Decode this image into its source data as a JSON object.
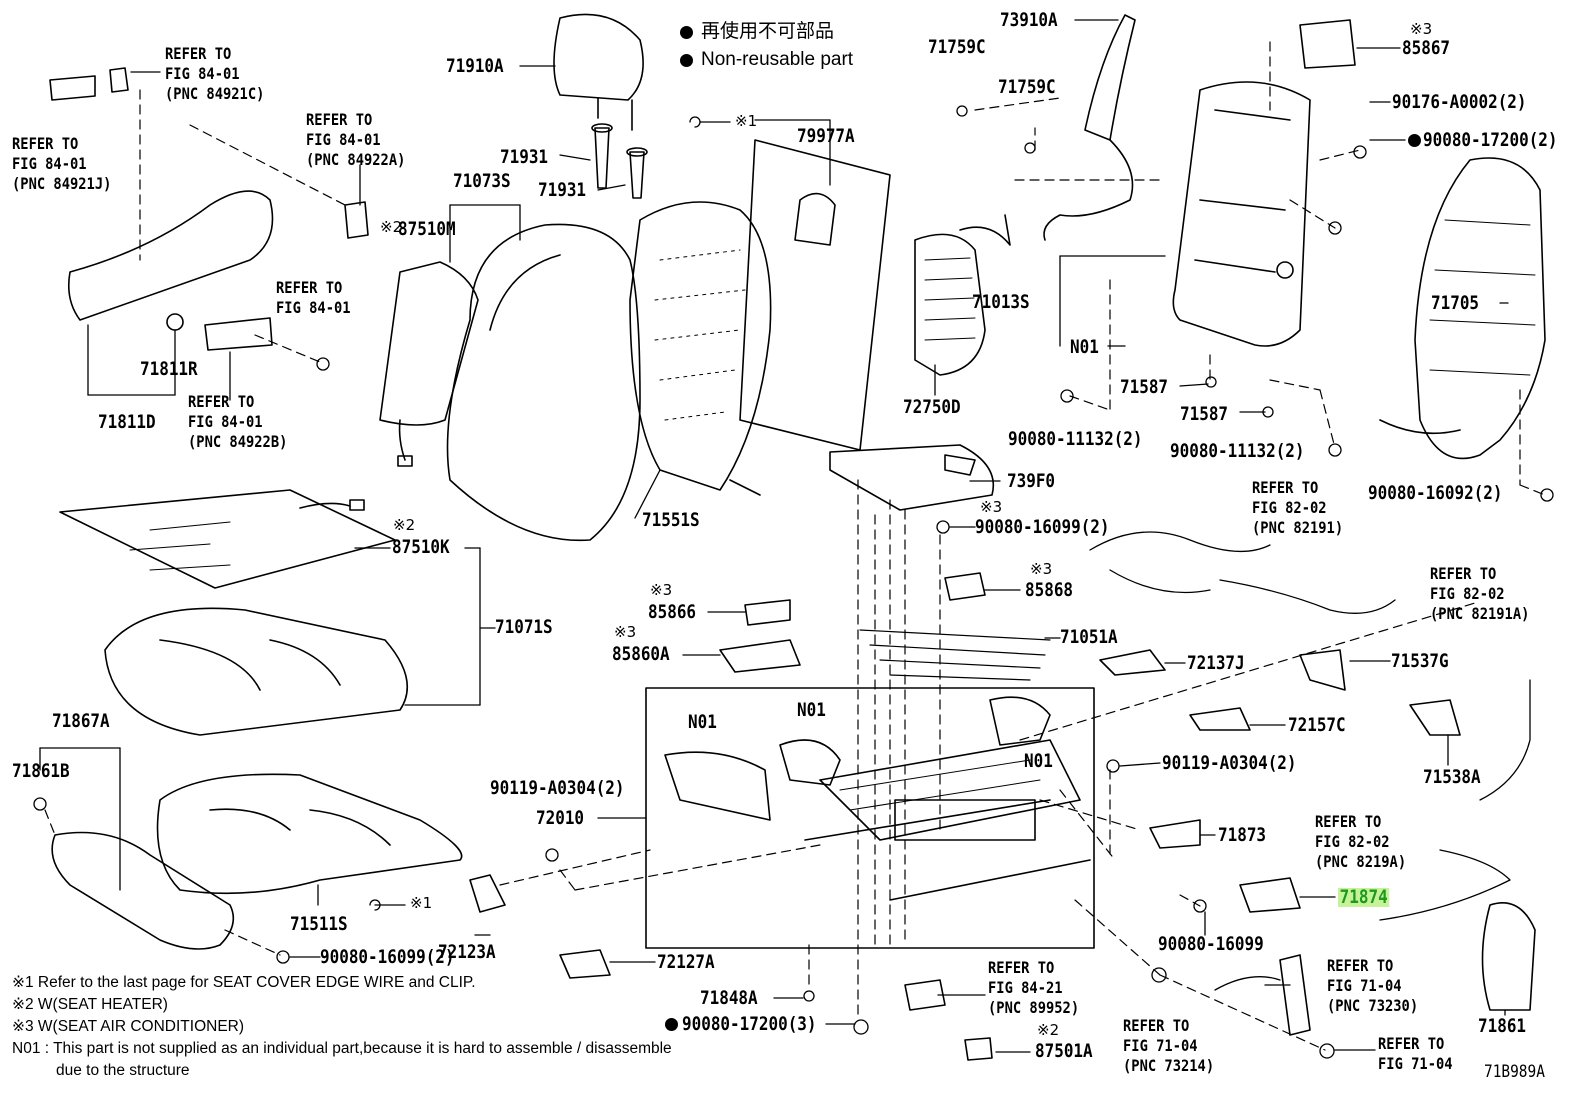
{
  "legend": {
    "nonreusable_jp": "再使用不可部品",
    "nonreusable_en": "Non-reusable part"
  },
  "markers": {
    "m1": "※1",
    "m2": "※2",
    "m3": "※3"
  },
  "parts": {
    "p71910A": "71910A",
    "p71931a": "71931",
    "p71931b": "71931",
    "p71073S": "71073S",
    "p87510M": "87510M",
    "p79977A": "79977A",
    "p73910A": "73910A",
    "p71759Ca": "71759C",
    "p71759Cb": "71759C",
    "p85867": "85867",
    "p90176": "90176-A0002(2)",
    "p90080_17200_2": "90080-17200(2)",
    "p71705": "71705",
    "p71013S": "71013S",
    "pN01a": "N01",
    "p71587a": "71587",
    "p71587b": "71587",
    "p72750D": "72750D",
    "p90080_11132a": "90080-11132(2)",
    "p90080_11132b": "90080-11132(2)",
    "p90080_16092": "90080-16092(2)",
    "p739F0": "739F0",
    "p90080_16099_2a": "90080-16099(2)",
    "p71551S": "71551S",
    "p71811R": "71811R",
    "p71811D": "71811D",
    "p87510K": "87510K",
    "p71071S": "71071S",
    "p85866": "85866",
    "p85860A": "85860A",
    "p85868": "85868",
    "p71051A": "71051A",
    "p72137J": "72137J",
    "p71537G": "71537G",
    "p72157C": "72157C",
    "p71538A": "71538A",
    "pN01b": "N01",
    "pN01c": "N01",
    "pN01d": "N01",
    "p90119_a": "90119-A0304(2)",
    "p90119_b": "90119-A0304(2)",
    "p72010": "72010",
    "p71873": "71873",
    "p71874": "71874",
    "p90080_16099": "90080-16099",
    "p71867A": "71867A",
    "p71861B": "71861B",
    "p71511S": "71511S",
    "p72123A": "72123A",
    "p90080_16099_2b": "90080-16099(2)",
    "p72127A": "72127A",
    "p71848A": "71848A",
    "p90080_17200_3": "90080-17200(3)",
    "p87501A": "87501A",
    "p71861": "71861"
  },
  "refs": {
    "r84921C": "REFER TO\nFIG 84-01\n(PNC 84921C)",
    "r84921J": "REFER TO\nFIG 84-01\n(PNC 84921J)",
    "r84922A": "REFER TO\nFIG 84-01\n(PNC 84922A)",
    "r8401": "REFER TO\nFIG 84-01",
    "r84922B": "REFER TO\nFIG 84-01\n(PNC 84922B)",
    "r82191": "REFER TO\nFIG 82-02\n(PNC 82191)",
    "r82191A": "REFER TO\nFIG 82-02\n(PNC 82191A)",
    "r8219A": "REFER TO\nFIG 82-02\n(PNC 8219A)",
    "r89952": "REFER TO\nFIG 84-21\n(PNC 89952)",
    "r73230": "REFER TO\nFIG 71-04\n(PNC 73230)",
    "r73214": "REFER TO\nFIG 71-04\n(PNC 73214)",
    "r7104": "REFER TO\nFIG 71-04"
  },
  "notes": {
    "n1": "※1  Refer to the last page for SEAT COVER EDGE WIRE and CLIP.",
    "n2": "※2  W(SEAT HEATER)",
    "n3": "※3  W(SEAT AIR CONDITIONER)",
    "n4": "N01 : This part is not supplied as an individual part,because it is hard to assemble / disassemble",
    "n4b": "due to the structure"
  },
  "figure_code": "71B989A",
  "colors": {
    "ink": "#000000",
    "highlight_text": "#1c9a1c",
    "highlight_bg": "#c6f29a"
  }
}
